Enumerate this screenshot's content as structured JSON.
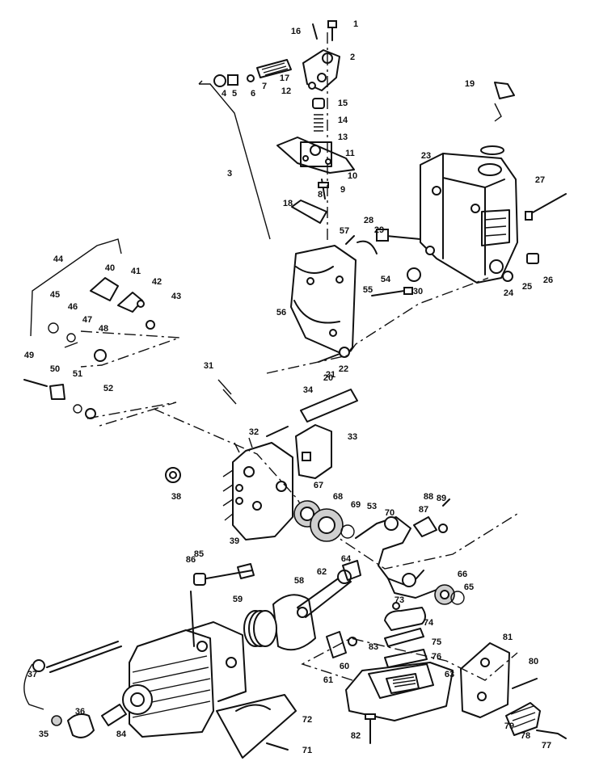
{
  "diagram": {
    "callouts": [
      "1",
      "2",
      "3",
      "4",
      "5",
      "6",
      "7",
      "8",
      "9",
      "10",
      "11",
      "12",
      "13",
      "14",
      "15",
      "16",
      "17",
      "18",
      "19",
      "20",
      "21",
      "22",
      "23",
      "24",
      "25",
      "26",
      "27",
      "28",
      "29",
      "30",
      "31",
      "32",
      "33",
      "34",
      "35",
      "36",
      "37",
      "38",
      "39",
      "40",
      "41",
      "42",
      "43",
      "44",
      "45",
      "46",
      "47",
      "48",
      "49",
      "50",
      "51",
      "52",
      "53",
      "54",
      "55",
      "56",
      "57",
      "58",
      "59",
      "60",
      "61",
      "62",
      "63",
      "64",
      "65",
      "66",
      "67",
      "68",
      "69",
      "70",
      "71",
      "72",
      "73",
      "74",
      "75",
      "76",
      "77",
      "78",
      "79",
      "80",
      "81",
      "82",
      "83",
      "84",
      "85",
      "86",
      "87",
      "88",
      "89"
    ]
  }
}
